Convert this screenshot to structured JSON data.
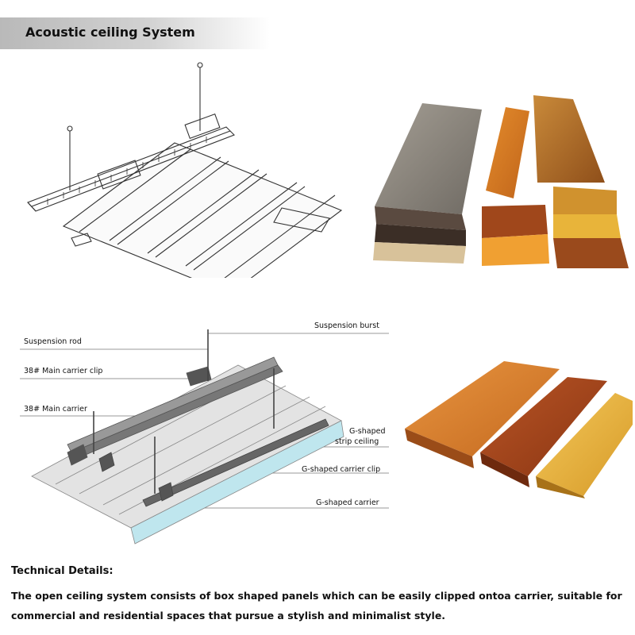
{
  "header": {
    "title": "Acoustic ceiling System"
  },
  "diagram": {
    "labels": {
      "suspension_rod": "Suspension rod",
      "main_carrier_clip": "38# Main carrier clip",
      "main_carrier": "38# Main carrier",
      "suspension_burst": "Suspension burst",
      "g_shaped_strip_line1": "G-shaped",
      "g_shaped_strip_line2": "strip ceiling",
      "g_shaped_carrier_clip": "G-shaped carrier clip",
      "g_shaped_carrier": "G-shaped carrier"
    }
  },
  "colors": {
    "woodgrain_gray": "#8f8a82",
    "woodgrain_orange": "#d97a1c",
    "woodgrain_brown": "#b4661e",
    "woodgrain_red": "#a8461c",
    "woodgrain_yellow": "#e8b43a",
    "strip_blue": "#bfe6ee"
  },
  "technical": {
    "title": "Technical Details:",
    "body": "The open ceiling system consists of box shaped panels which can be easily clipped ontoa carrier,  suitable for commercial and residential spaces that pursue a stylish and minimalist style."
  }
}
